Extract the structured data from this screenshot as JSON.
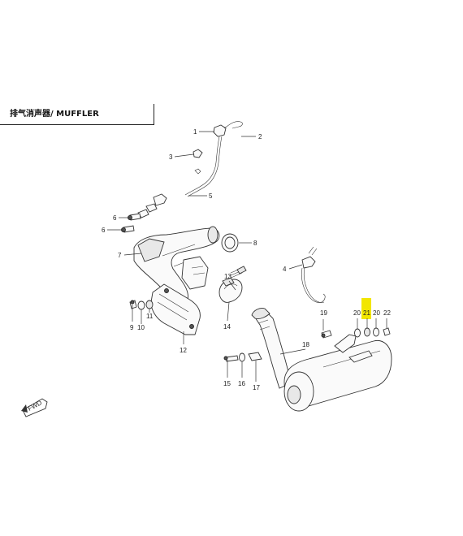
{
  "title": "排气消声器/ MUFFLER",
  "highlight_color": "#f2e600",
  "callouts": {
    "c1": "1",
    "c2": "2",
    "c3": "3",
    "c4": "4",
    "c5": "5",
    "c6a": "6",
    "c6b": "6",
    "c7": "7",
    "c8": "8",
    "c9": "9",
    "c10": "10",
    "c11": "11",
    "c12": "12",
    "c13": "13",
    "c14": "14",
    "c15": "15",
    "c16": "16",
    "c17": "17",
    "c18": "18",
    "c19": "19",
    "c20a": "20",
    "c20b": "20",
    "c21": "21",
    "c22": "22"
  },
  "fwd_label": "FWD"
}
